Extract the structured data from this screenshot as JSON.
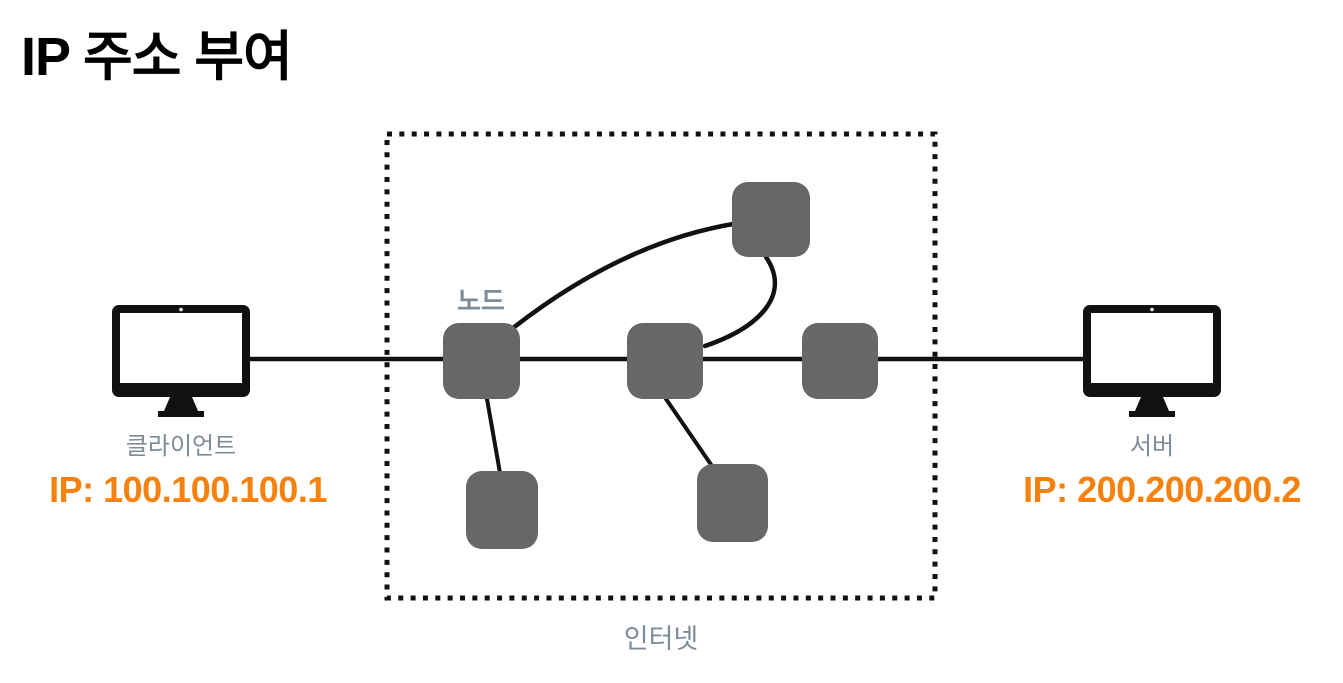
{
  "title": "IP 주소 부여",
  "colors": {
    "accent_orange": "#f5820f",
    "node_gray": "#676767",
    "label_gray": "#7e8c98",
    "ink": "#111111",
    "background": "#ffffff"
  },
  "client": {
    "label": "클라이언트",
    "ip": "IP: 100.100.100.1"
  },
  "server": {
    "label": "서버",
    "ip": "IP: 200.200.200.2"
  },
  "internet": {
    "label": "인터넷",
    "node_label": "노드",
    "node_count": 6
  },
  "icons": {
    "client_monitor": "monitor-icon",
    "server_monitor": "monitor-icon"
  },
  "connections": [
    "client - node-left",
    "node-left - node-middle",
    "node-middle - node-right",
    "node-right - server",
    "node-left - node-top (curved)",
    "node-top - node-middle (curved)",
    "node-left - node-bottom-left",
    "node-middle - node-bottom-right"
  ]
}
